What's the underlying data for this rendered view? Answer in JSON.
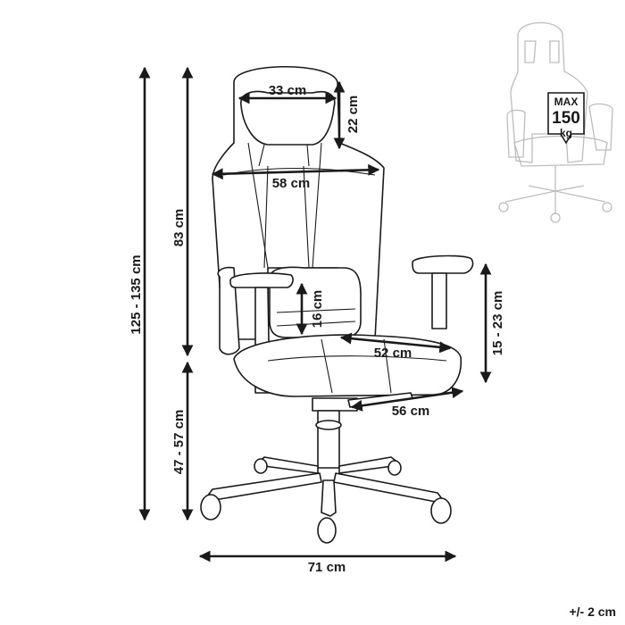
{
  "dimensions": {
    "total_height": "125 - 135 cm",
    "backrest_height": "83 cm",
    "seat_height": "47 - 57 cm",
    "headrest_width": "33 cm",
    "headrest_height": "22 cm",
    "backrest_width": "58 cm",
    "lumbar_height": "16 cm",
    "seat_depth": "52 cm",
    "seat_width": "56 cm",
    "armrest_height": "15 - 23 cm",
    "base_width": "71 cm"
  },
  "capacity_badge": {
    "line1": "MAX",
    "line2": "150",
    "line3": "kg"
  },
  "tolerance": "+/- 2 cm"
}
